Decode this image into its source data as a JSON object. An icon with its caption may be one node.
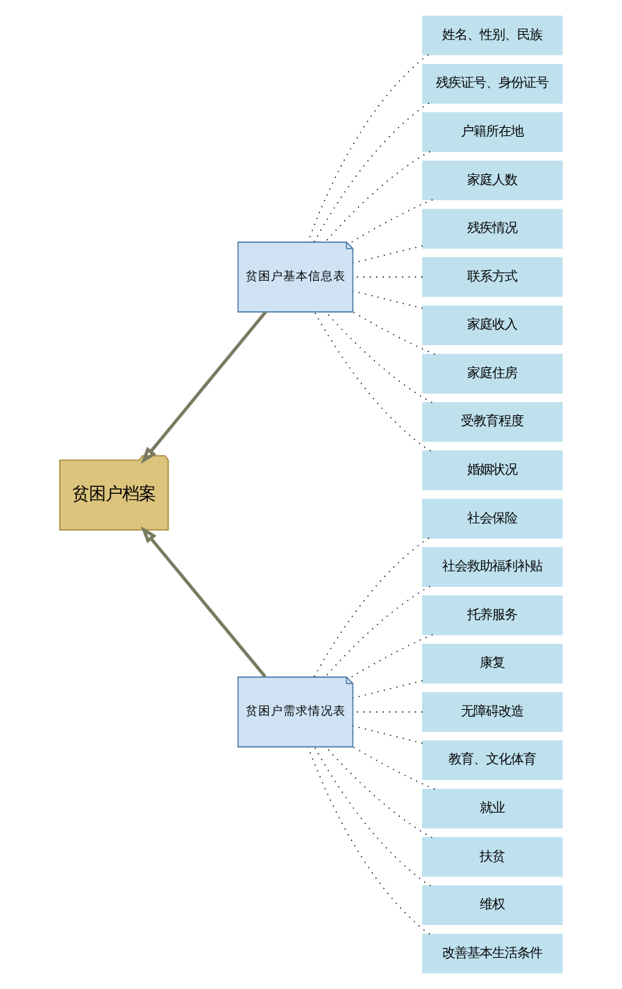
{
  "diagram": {
    "nodes": [
      {
        "text": [
          "贫困户档案"
        ]
      },
      {
        "text": [
          "贫困户基本信息表"
        ]
      },
      {
        "text": [
          "姓名、性别、民族"
        ]
      },
      {
        "text": [
          "残疾证号、身份证号"
        ]
      },
      {
        "text": [
          "户籍所在地"
        ]
      },
      {
        "text": [
          "家庭人数"
        ]
      },
      {
        "text": [
          "残疾情况"
        ]
      },
      {
        "text": [
          "联系方式"
        ]
      },
      {
        "text": [
          "家庭收入"
        ]
      },
      {
        "text": [
          "家庭住房"
        ]
      },
      {
        "text": [
          "受教育程度"
        ]
      },
      {
        "text": [
          "婚姻状况"
        ]
      },
      {
        "text": [
          "贫困户需求情况表"
        ]
      },
      {
        "text": [
          "社会保险"
        ]
      },
      {
        "text": [
          "社会救助福利补贴"
        ]
      },
      {
        "text": [
          "托养服务"
        ]
      },
      {
        "text": [
          "康复"
        ]
      },
      {
        "text": [
          "无障碍改造"
        ]
      },
      {
        "text": [
          "教育、文化体育"
        ]
      },
      {
        "text": [
          "就业"
        ]
      },
      {
        "text": [
          "扶贫"
        ]
      },
      {
        "text": [
          "维权"
        ]
      },
      {
        "text": [
          "改善基本生活条件"
        ]
      }
    ],
    "edges": [
      {
        "from": 1,
        "to": 0,
        "arrow": "to",
        "style": "thick",
        "color": "#7a7a60"
      },
      {
        "from": 12,
        "to": 0,
        "arrow": "to",
        "style": "thick",
        "color": "#7a7a60"
      },
      {
        "from": 2,
        "to": 1,
        "arrow": "none",
        "style": "dashed"
      },
      {
        "from": 3,
        "to": 1,
        "arrow": "none",
        "style": "dashed"
      },
      {
        "from": 4,
        "to": 1,
        "arrow": "none",
        "style": "dashed"
      },
      {
        "from": 5,
        "to": 1,
        "arrow": "none",
        "style": "dashed"
      },
      {
        "from": 6,
        "to": 1,
        "arrow": "none",
        "style": "dashed"
      },
      {
        "from": 7,
        "to": 1,
        "arrow": "none",
        "style": "dashed"
      },
      {
        "from": 8,
        "to": 1,
        "arrow": "none",
        "style": "dashed"
      },
      {
        "from": 9,
        "to": 1,
        "arrow": "none",
        "style": "dashed"
      },
      {
        "from": 10,
        "to": 1,
        "arrow": "none",
        "style": "dashed"
      },
      {
        "from": 11,
        "to": 1,
        "arrow": "none",
        "style": "dashed"
      },
      {
        "from": 13,
        "to": 12,
        "arrow": "none",
        "style": "dashed"
      },
      {
        "from": 14,
        "to": 12,
        "arrow": "none",
        "style": "dashed"
      },
      {
        "from": 15,
        "to": 12,
        "arrow": "none",
        "style": "dashed"
      },
      {
        "from": 16,
        "to": 12,
        "arrow": "none",
        "style": "dashed"
      },
      {
        "from": 17,
        "to": 12,
        "arrow": "none",
        "style": "dashed"
      },
      {
        "from": 18,
        "to": 12,
        "arrow": "none",
        "style": "dashed"
      },
      {
        "from": 19,
        "to": 12,
        "arrow": "none",
        "style": "dashed"
      },
      {
        "from": 20,
        "to": 12,
        "arrow": "none",
        "style": "dashed"
      },
      {
        "from": 21,
        "to": 12,
        "arrow": "none",
        "style": "dashed"
      },
      {
        "from": 22,
        "to": 12,
        "arrow": "none",
        "style": "dashed"
      }
    ]
  }
}
